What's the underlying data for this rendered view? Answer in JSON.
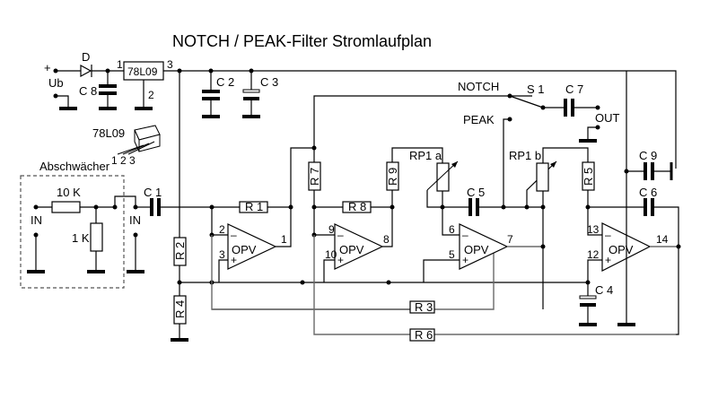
{
  "title": "NOTCH / PEAK-Filter  Stromlaufplan",
  "power": {
    "plus_sign": "+",
    "supply_label": "Ub",
    "diode_label": "D",
    "c8_label": "C 8",
    "regulator_label": "78L09",
    "regulator_pin_in": "1",
    "regulator_pin_out": "3",
    "regulator_pin_gnd": "2",
    "c2_label": "C 2",
    "c3_label": "C 3",
    "package_label": "78L09",
    "package_pins": "1 2 3"
  },
  "attenuator": {
    "title": "Abschwächer",
    "r_series": "10 K",
    "r_shunt": "1 K",
    "in_left": "IN",
    "in_right": "IN"
  },
  "components": {
    "c1": "C 1",
    "r1": "R 1",
    "r2": "R 2",
    "r3": "R 3",
    "r4": "R 4",
    "r5": "R 5",
    "r6": "R 6",
    "r7": "R 7",
    "r8": "R 8",
    "r9": "R 9",
    "rp1a": "RP1 a",
    "rp1b": "RP1 b",
    "c4": "C 4",
    "c5": "C 5",
    "c6": "C 6",
    "c7": "C 7",
    "c9": "C 9"
  },
  "switch": {
    "label": "S 1",
    "notch": "NOTCH",
    "peak": "PEAK",
    "out": "OUT"
  },
  "opamps": [
    {
      "label": "OPV",
      "inv_pin": "2",
      "noninv_pin": "3",
      "out_pin": "1",
      "minus": "–",
      "plus": "+"
    },
    {
      "label": "OPV",
      "inv_pin": "9",
      "noninv_pin": "10",
      "out_pin": "8",
      "minus": "–",
      "plus": "+"
    },
    {
      "label": "OPV",
      "inv_pin": "6",
      "noninv_pin": "5",
      "out_pin": "7",
      "minus": "–",
      "plus": "+"
    },
    {
      "label": "OPV",
      "inv_pin": "13",
      "noninv_pin": "12",
      "out_pin": "14",
      "minus": "–",
      "plus": "+"
    }
  ]
}
